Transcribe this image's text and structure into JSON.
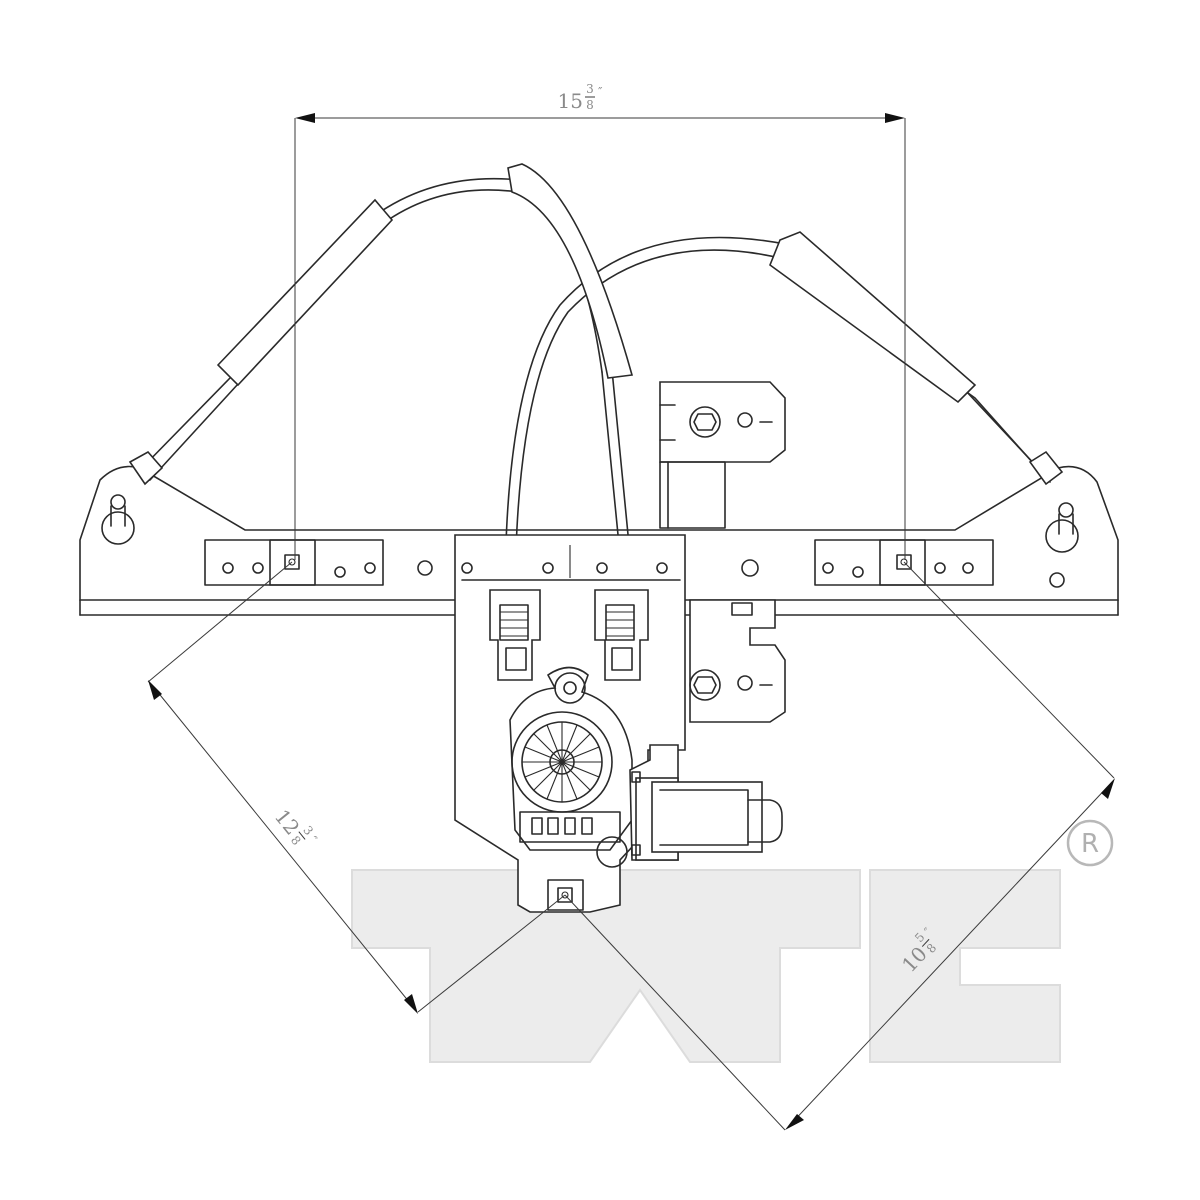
{
  "dimensions": {
    "width": {
      "whole": "15",
      "num": "3",
      "den": "8",
      "unit": "″"
    },
    "left_diagonal": {
      "whole": "12",
      "num": "3",
      "den": "8",
      "unit": "″"
    },
    "right_diagonal": {
      "whole": "10",
      "num": "5",
      "den": "8",
      "unit": "″"
    }
  },
  "logo": {
    "text": "TYC",
    "registered": "R"
  },
  "colors": {
    "line": "#2a2a2a",
    "dimension_text": "#8a8a8a",
    "logo_fill": "#ececec"
  }
}
